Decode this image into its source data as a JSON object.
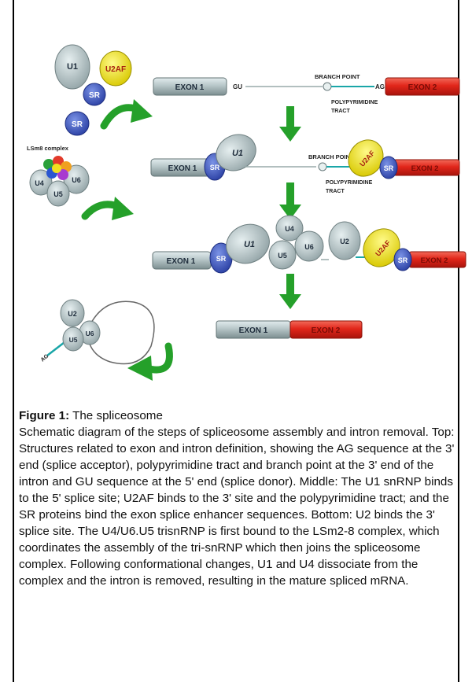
{
  "labels": {
    "u1": "U1",
    "u2af": "U2AF",
    "sr": "SR",
    "u2": "U2",
    "u4": "U4",
    "u5": "U5",
    "u6": "U6",
    "exon1": "EXON 1",
    "exon2": "EXON 2",
    "gu": "GU",
    "ag": "AG",
    "branch_point": "BRANCH POINT",
    "branch_point_short": "BRANCH POIN",
    "polypyrimidine": "POLYPYRIMIDINE",
    "tract": "TRACT",
    "lsm8_complex": "LSm8 complex"
  },
  "colors": {
    "u_snrnp": "#b7c6c8",
    "u2af": "#f0e420",
    "sr": "#3c5ac4",
    "exon1": "#b9c9cb",
    "exon2": "#e2261a",
    "arrow": "#25a02a"
  },
  "caption": {
    "title": "Figure 1:",
    "title_rest": " The spliceosome",
    "body": "Schematic diagram of the steps of spliceosome assembly and intron removal. Top: Structures related to exon and intron definition,  showing the AG sequence at the 3' end (splice acceptor), polypyrimidine  tract and branch point at the 3' end of the intron and GU sequence at the 5' end (splice donor).  Middle: The U1 snRNP binds to the 5' splice site; U2AF binds  to the 3' site and the polypyrimidine  tract; and the SR proteins bind the exon splice enhancer sequences. Bottom: U2 binds the 3' splice site. The U4/U6.U5 trisnRNP is first bound to the LSm2-8 complex, which coordinates the assembly of the tri-snRNP which then joins the spliceosome complex. Following conformational changes, U1 and U4 dissociate from the complex and the intron is removed, resulting in the mature spliced mRNA."
  }
}
